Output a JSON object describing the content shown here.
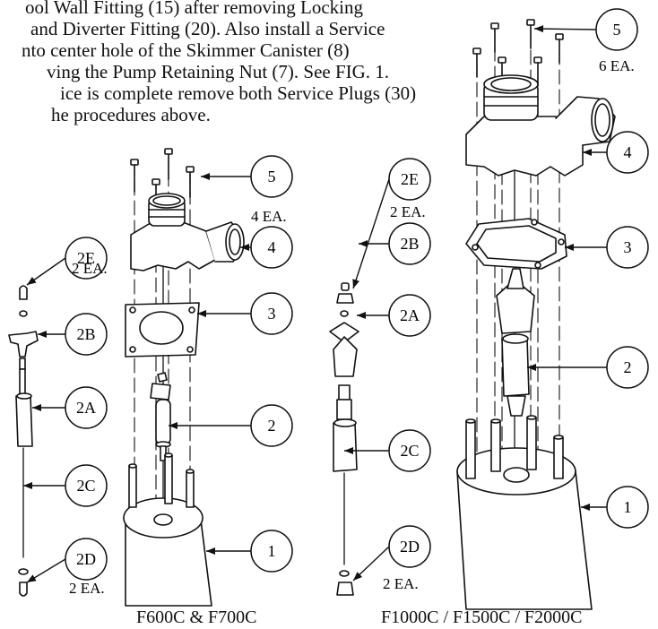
{
  "intro_lines": [
    "ool Wall Fitting (15) after removing Locking",
    "and Diverter Fitting (20). Also install a Service",
    "nto center hole of the Skimmer Canister (8)",
    "ving the Pump Retaining Nut (7). See FIG. 1.",
    "ice is complete remove both Service Plugs (30)",
    "he procedures above."
  ],
  "assemblies": [
    {
      "caption": "F600C & F700C"
    },
    {
      "caption": "F1000C / F1500C / F2000C"
    }
  ],
  "callouts": [
    {
      "label": "5",
      "qty": "4 EA."
    },
    {
      "label": "4",
      "qty": ""
    },
    {
      "label": "3",
      "qty": ""
    },
    {
      "label": "2",
      "qty": ""
    },
    {
      "label": "1",
      "qty": ""
    },
    {
      "label": "2E",
      "qty": "2 EA."
    },
    {
      "label": "2B",
      "qty": ""
    },
    {
      "label": "2A",
      "qty": ""
    },
    {
      "label": "2C",
      "qty": ""
    },
    {
      "label": "2D",
      "qty": "2 EA."
    },
    {
      "label": "2E",
      "qty": "2 EA."
    },
    {
      "label": "2B",
      "qty": ""
    },
    {
      "label": "2A",
      "qty": ""
    },
    {
      "label": "2C",
      "qty": ""
    },
    {
      "label": "2D",
      "qty": "2 EA."
    },
    {
      "label": "5",
      "qty": "6 EA."
    },
    {
      "label": "4",
      "qty": ""
    },
    {
      "label": "3",
      "qty": ""
    },
    {
      "label": "2",
      "qty": ""
    },
    {
      "label": "1",
      "qty": ""
    }
  ]
}
